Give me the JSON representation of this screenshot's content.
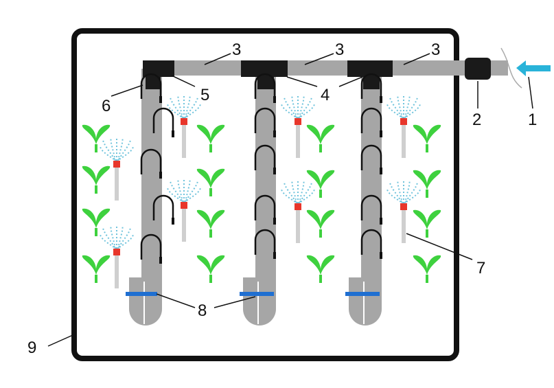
{
  "colors": {
    "border": "#111111",
    "pipe": "#a6a6a6",
    "fitting": "#1a1a1a",
    "water": "#6fc3dc",
    "sprinkler_head": "#e8362b",
    "plant": "#3ed13e",
    "clamp": "#1f6fd1",
    "inflow_arrow": "#29b3d9"
  },
  "labels": {
    "inlet": "1",
    "connector": "2",
    "main_pipe": "3",
    "tee_joint": "4",
    "end_cap": "5",
    "dripper": "6",
    "sprinkler": "7",
    "clamp": "8",
    "bed": "9"
  },
  "icons": {
    "sprinkler": "sprinkler-icon",
    "plant": "sprout-icon",
    "dripper": "drip-hook-icon",
    "arrow": "arrow-left-icon"
  }
}
